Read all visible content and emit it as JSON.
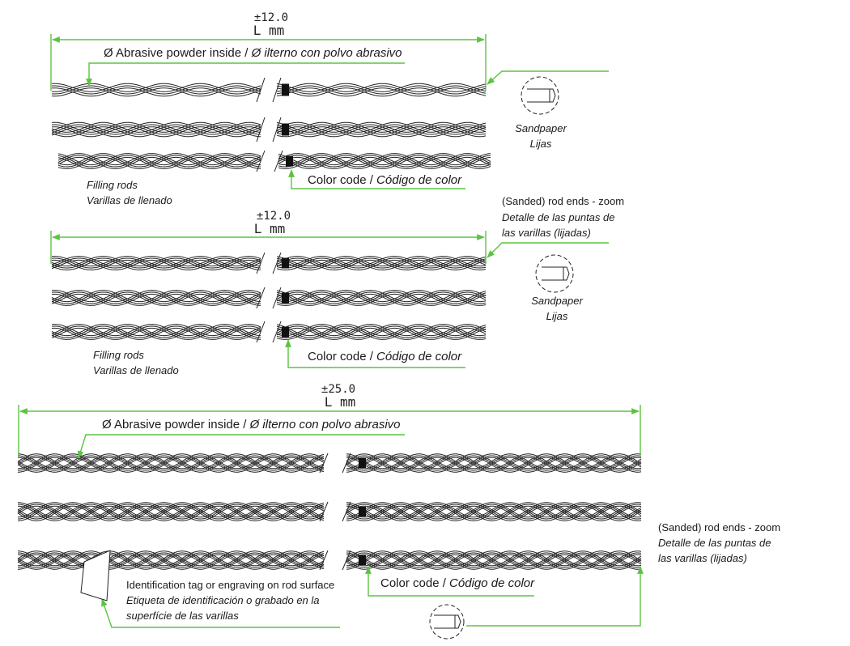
{
  "colors": {
    "dimension_line": "#5cc341",
    "rod_stroke": "#222222",
    "color_code_mark": "#111111"
  },
  "panel_a": {
    "tolerance": "±12.0",
    "length": "L  mm",
    "powder_note": {
      "part1": "Ø Abrasive powder inside / ",
      "part2": "Ø ilterno con polvo abrasivo"
    },
    "filling_rods": {
      "line1": "Filling rods",
      "line2": "Varillas de llenado"
    },
    "color_code": {
      "part1": "Color code / ",
      "part2": "Código de color"
    },
    "sandpaper": {
      "line1": "Sandpaper",
      "line2": "Lijas"
    }
  },
  "rod_ends_zoom_1": {
    "line1": "(Sanded) rod ends - zoom",
    "line2": "Detalle de las puntas de",
    "line3": "las varillas (lijadas)"
  },
  "panel_b": {
    "tolerance": "±12.0",
    "length": "L  mm",
    "filling_rods": {
      "line1": "Filling rods",
      "line2": "Varillas de llenado"
    },
    "color_code": {
      "part1": "Color code / ",
      "part2": "Código de color"
    },
    "sandpaper": {
      "line1": "Sandpaper",
      "line2": "Lijas"
    }
  },
  "panel_c": {
    "tolerance": "±25.0",
    "length": "L  mm",
    "powder_note": {
      "part1": "Ø Abrasive powder inside / ",
      "part2": "Ø ilterno con polvo abrasivo"
    },
    "color_code": {
      "part1": "Color code / ",
      "part2": "Código de color"
    },
    "id_tag": {
      "line1": "Identification tag or engraving on rod surface",
      "line2": "Etiqueta de identificación o grabado en la",
      "line3": "superfície de las varillas"
    }
  },
  "rod_ends_zoom_2": {
    "line1": "(Sanded) rod ends - zoom",
    "line2": "Detalle de las puntas de",
    "line3": "las varillas (lijadas)"
  }
}
